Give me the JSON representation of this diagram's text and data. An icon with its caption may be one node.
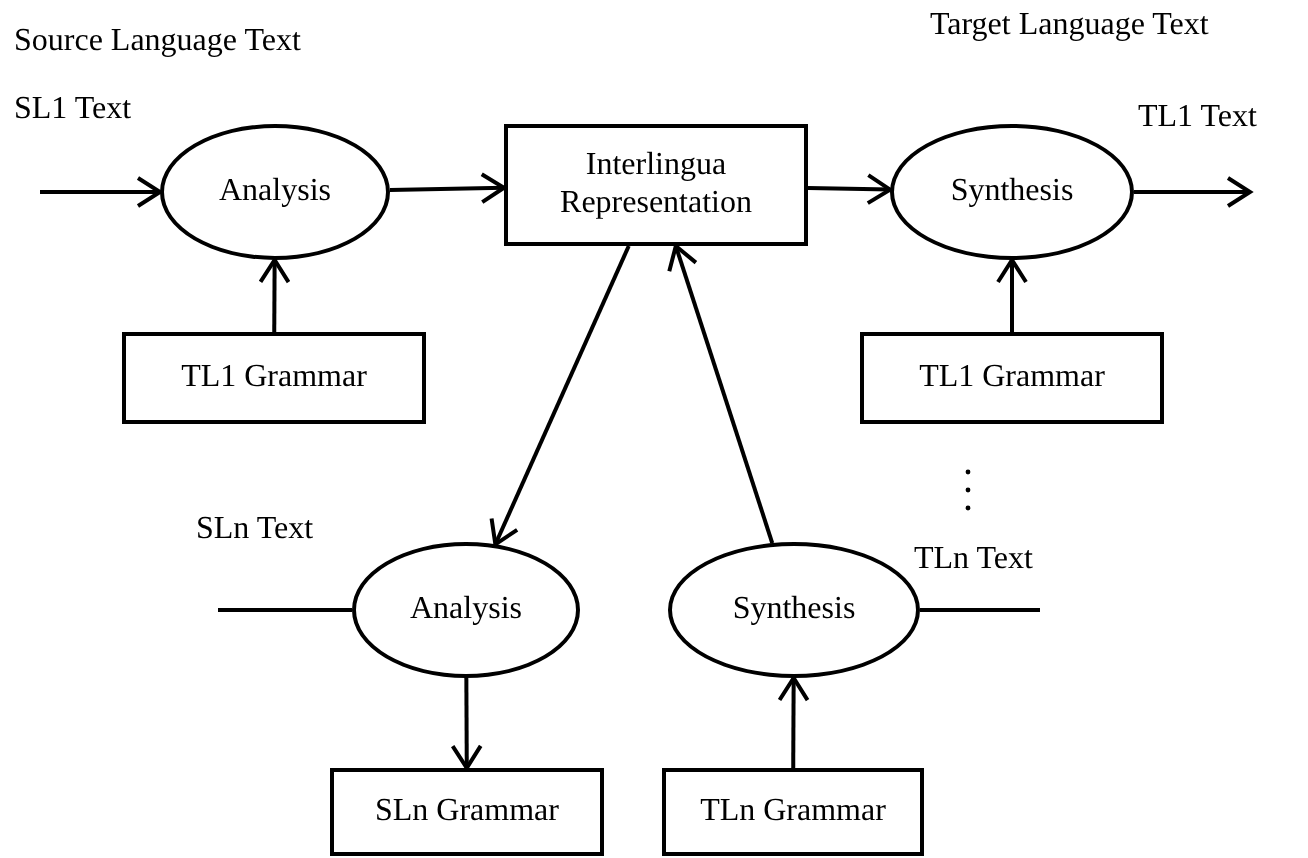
{
  "diagram": {
    "nodes": [
      {
        "text": [
          "Analysis"
        ]
      },
      {
        "text": [
          "Interlingua Representation"
        ]
      },
      {
        "text": [
          "Synthesis"
        ]
      },
      {
        "text": [
          "TL1 Grammar"
        ]
      },
      {
        "text": [
          "TL1 Grammar"
        ]
      },
      {
        "text": [
          "Analysis"
        ]
      },
      {
        "text": [
          "Synthesis"
        ]
      },
      {
        "text": [
          "SLn Grammar"
        ]
      },
      {
        "text": [
          "TLn Grammar"
        ]
      }
    ],
    "edges": [
      {
        "from": null,
        "to": 0,
        "arrow": "to",
        "label": "SL1 Text"
      },
      {
        "from": 0,
        "to": 1,
        "arrow": "to"
      },
      {
        "from": 1,
        "to": 2,
        "arrow": "to"
      },
      {
        "from": 2,
        "to": null,
        "arrow": "to",
        "label": "TL1 Text"
      },
      {
        "from": 3,
        "to": 0,
        "arrow": "to"
      },
      {
        "from": 4,
        "to": 2,
        "arrow": "to"
      },
      {
        "from": 1,
        "to": 5,
        "arrow": "to"
      },
      {
        "from": 5,
        "to": 7,
        "arrow": "to"
      },
      {
        "from": 6,
        "to": 1,
        "arrow": "to"
      },
      {
        "from": 8,
        "to": 6,
        "arrow": "to"
      },
      {
        "from": null,
        "to": 5,
        "arrow": "none",
        "label": "SLn Text"
      },
      {
        "from": 6,
        "to": null,
        "arrow": "none",
        "label": "TLn Text"
      }
    ],
    "labels": [
      "Source Language Text",
      "Target Language Text"
    ]
  }
}
